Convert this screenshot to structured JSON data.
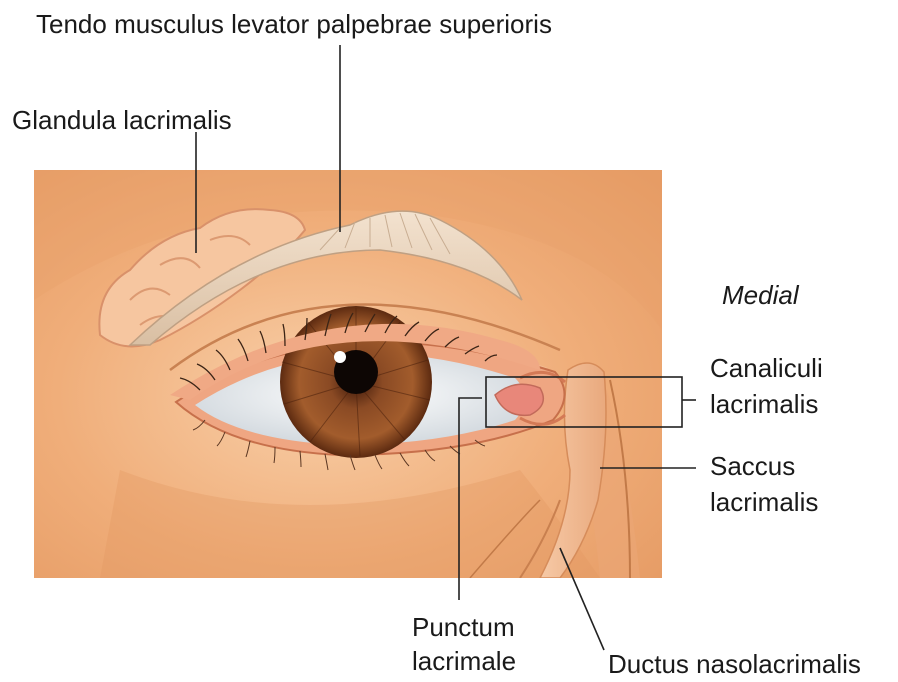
{
  "labels": {
    "tendo": "Tendo musculus levator palpebrae superioris",
    "glandula": "Glandula lacrimalis",
    "medial": "Medial",
    "canaliculi_1": "Canaliculi",
    "canaliculi_2": "lacrimalis",
    "saccus_1": "Saccus",
    "saccus_2": "lacrimalis",
    "punctum_1": "Punctum",
    "punctum_2": "lacrimale",
    "ductus": "Ductus nasolacrimalis"
  },
  "colors": {
    "skin": "#f2b07e",
    "skin_light": "#f7c9a0",
    "iris": "#7a3f1e",
    "sclera": "#e9ecef",
    "leader": "#222222"
  }
}
